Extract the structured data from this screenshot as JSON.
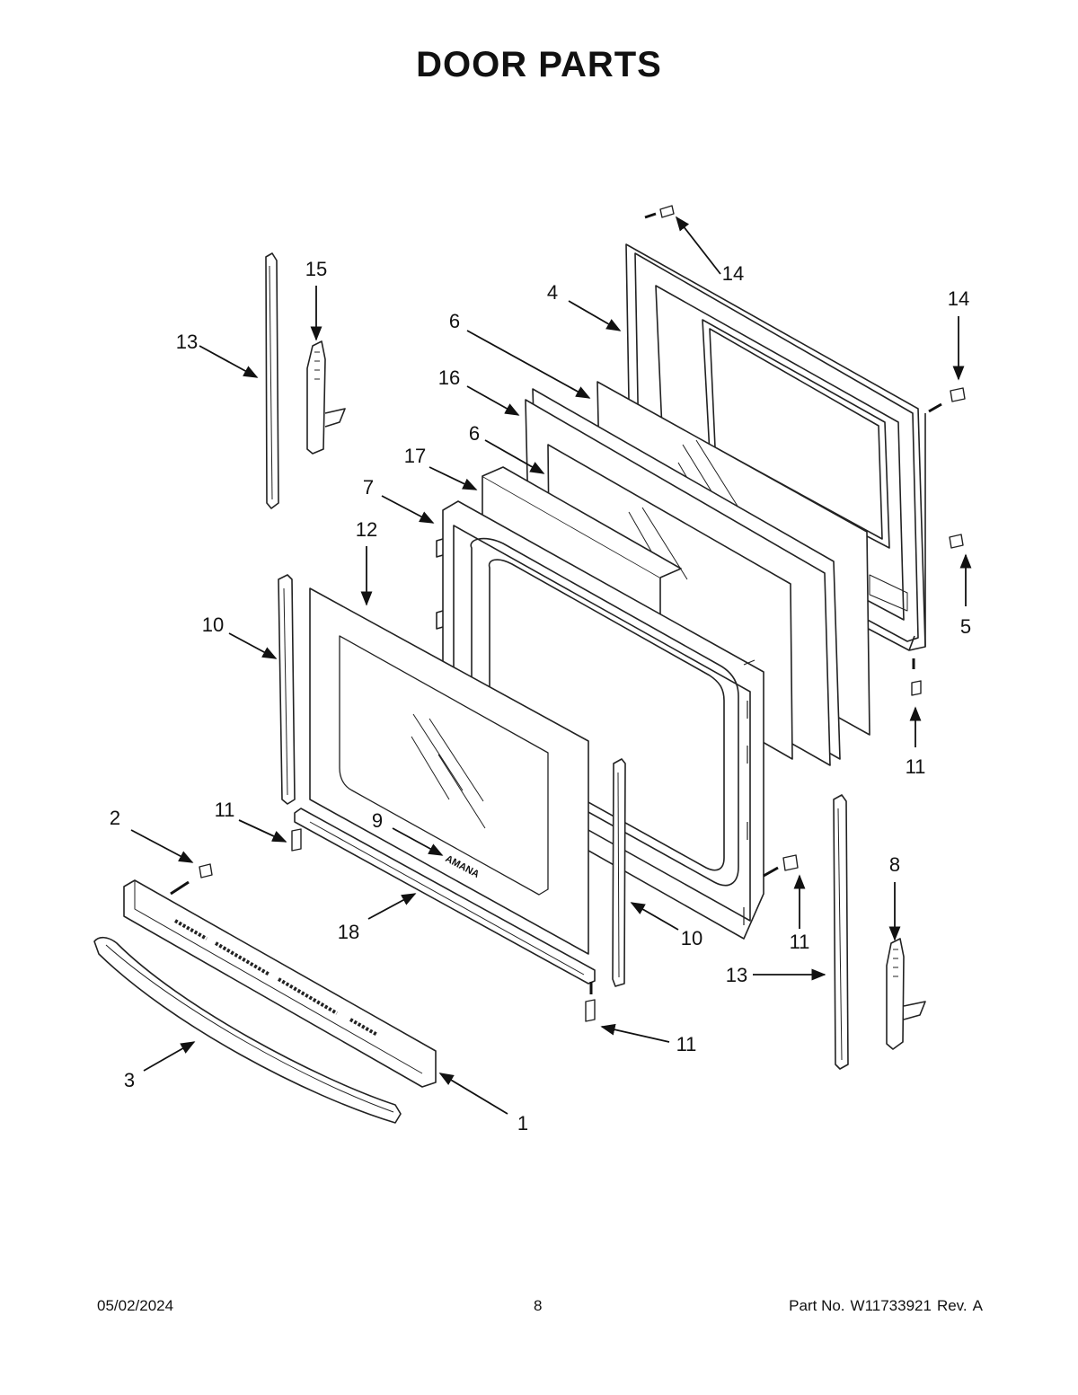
{
  "title": "DOOR PARTS",
  "footer": {
    "date": "05/02/2024",
    "page": "8",
    "part_label": "Part No.",
    "part_number": "W11733921",
    "rev_label": "Rev.",
    "rev": "A"
  },
  "brand_mark": "AMANA",
  "callouts": [
    {
      "id": "c15",
      "label": "15"
    },
    {
      "id": "c13a",
      "label": "13"
    },
    {
      "id": "c14a",
      "label": "14"
    },
    {
      "id": "c4",
      "label": "4"
    },
    {
      "id": "c14b",
      "label": "14"
    },
    {
      "id": "c6a",
      "label": "6"
    },
    {
      "id": "c16",
      "label": "16"
    },
    {
      "id": "c6b",
      "label": "6"
    },
    {
      "id": "c17",
      "label": "17"
    },
    {
      "id": "c7",
      "label": "7"
    },
    {
      "id": "c12",
      "label": "12"
    },
    {
      "id": "c10a",
      "label": "10"
    },
    {
      "id": "c5",
      "label": "5"
    },
    {
      "id": "c11a",
      "label": "11"
    },
    {
      "id": "c2",
      "label": "2"
    },
    {
      "id": "c11b",
      "label": "11"
    },
    {
      "id": "c9",
      "label": "9"
    },
    {
      "id": "c8",
      "label": "8"
    },
    {
      "id": "c18",
      "label": "18"
    },
    {
      "id": "c10b",
      "label": "10"
    },
    {
      "id": "c11c",
      "label": "11"
    },
    {
      "id": "c13b",
      "label": "13"
    },
    {
      "id": "c11d",
      "label": "11"
    },
    {
      "id": "c3",
      "label": "3"
    },
    {
      "id": "c1",
      "label": "1"
    }
  ]
}
